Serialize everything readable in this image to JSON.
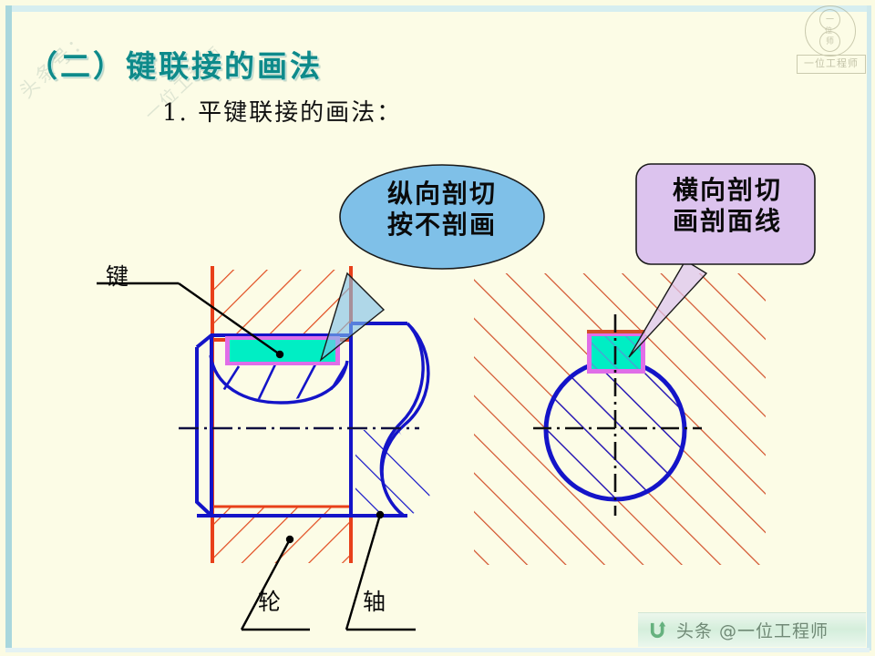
{
  "slide": {
    "background_color": "#fcfce6",
    "frame_color": "#a9d7dd",
    "title": "（二）键联接的画法",
    "title_color": "#0e8a8a",
    "subtitle": "1. 平键联接的画法："
  },
  "watermarks": {
    "diagonal_1": "头条号：",
    "diagonal_2": "一位工程师",
    "logo": {
      "top_glyph": "一",
      "mid_glyph": "位",
      "bottom_glyph": "师",
      "label": "一位工程师"
    },
    "badge": {
      "icon": "refresh-arrow-icon",
      "text": "头条 @一位工程师"
    }
  },
  "callouts": [
    {
      "id": "longitudinal",
      "shape": "ellipse",
      "fill": "#7fc0e8",
      "stroke": "#1a1a1a",
      "line1": "纵向剖切",
      "line2": "按不剖画"
    },
    {
      "id": "transverse",
      "shape": "rounded-rect",
      "fill": "#dcc3ee",
      "stroke": "#1a1a1a",
      "line1": "横向剖切",
      "line2": "画剖面线"
    }
  ],
  "labels": {
    "key": "键",
    "hub": "轮",
    "shaft": "轴"
  },
  "drawing": {
    "colors": {
      "hub_hatch": "#e14a1e",
      "shaft_outline": "#1414c8",
      "key_fill": "#00eec4",
      "key_border": "#e06ee8",
      "centerline": "#101040",
      "leader": "#000000"
    },
    "views": [
      {
        "name": "front-section-view",
        "description": "纵向剖切视图：轮剖面线、轴不剖、键"
      },
      {
        "name": "cross-section-view",
        "description": "横向剖切视图：圆形轴剖面、键剖面线"
      }
    ]
  }
}
